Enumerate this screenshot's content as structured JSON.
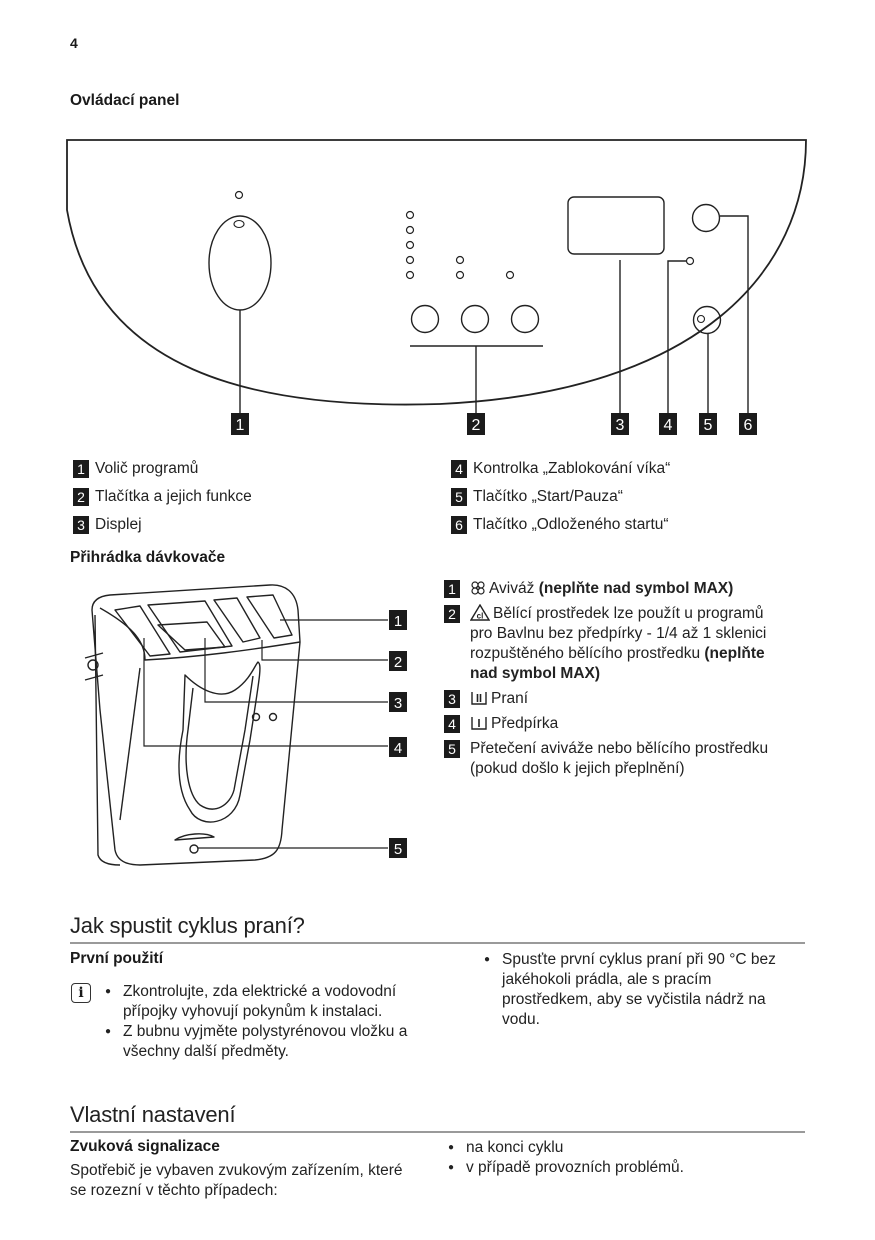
{
  "page": {
    "number": "4"
  },
  "control_panel": {
    "heading": "Ovládací panel",
    "callouts": [
      "1",
      "2",
      "3",
      "4",
      "5",
      "6"
    ],
    "legend_left": [
      {
        "num": "1",
        "text": "Volič programů"
      },
      {
        "num": "2",
        "text": "Tlačítka a jejich funkce"
      },
      {
        "num": "3",
        "text": "Displej"
      }
    ],
    "legend_right": [
      {
        "num": "4",
        "text": "Kontrolka „Zablokování víka“"
      },
      {
        "num": "5",
        "text": "Tlačítko „Start/Pauza“"
      },
      {
        "num": "6",
        "text": "Tlačítko „Odloženého startu“"
      }
    ]
  },
  "dispenser": {
    "heading": "Přihrádka dávkovače",
    "callouts": [
      "1",
      "2",
      "3",
      "4",
      "5"
    ],
    "items": [
      {
        "num": "1",
        "icon": "softener-flower-icon",
        "text": "Aviváž ",
        "bold": "(neplňte nad symbol MAX)"
      },
      {
        "num": "2",
        "icon": "bleach-triangle-icon",
        "text": "Bělící prostředek lze použít u programů pro Bavlnu bez předpírky - 1/4 až 1 sklenici rozpuštěného bělícího prostředku ",
        "bold": "(neplňte nad symbol MAX)"
      },
      {
        "num": "3",
        "icon": "main-wash-icon",
        "text": "Praní"
      },
      {
        "num": "4",
        "icon": "prewash-icon",
        "text": "Předpírka"
      },
      {
        "num": "5",
        "text": "Přetečení aviváže nebo bělícího prostředku (pokud došlo k jejich přeplnění)"
      }
    ]
  },
  "section_start": {
    "title": "Jak spustit cyklus praní?",
    "subheading": "První použití",
    "info_icon": "info-icon",
    "bullets_left": [
      "Zkontrolujte, zda elektrické a vodovodní přípojky vyhovují pokynům k instalaci.",
      "Z bubnu vyjměte polystyrénovou vložku a všechny další předměty."
    ],
    "bullets_right": [
      "Spusťte první cyklus praní při 90 °C bez jakéhokoli prádla, ale s pracím prostředkem, aby se vyčistila nádrž na vodu."
    ]
  },
  "section_settings": {
    "title": "Vlastní nastavení",
    "subheading": "Zvuková signalizace",
    "paragraph": "Spotřebič je vybaven zvukovým zařízením, které se rozezní v těchto případech:",
    "bullets_right": [
      "na konci cyklu",
      "v případě provozních problémů."
    ]
  },
  "colors": {
    "badge_bg": "#1b1b1b",
    "rule": "#9a9a9a",
    "text": "#222222"
  }
}
